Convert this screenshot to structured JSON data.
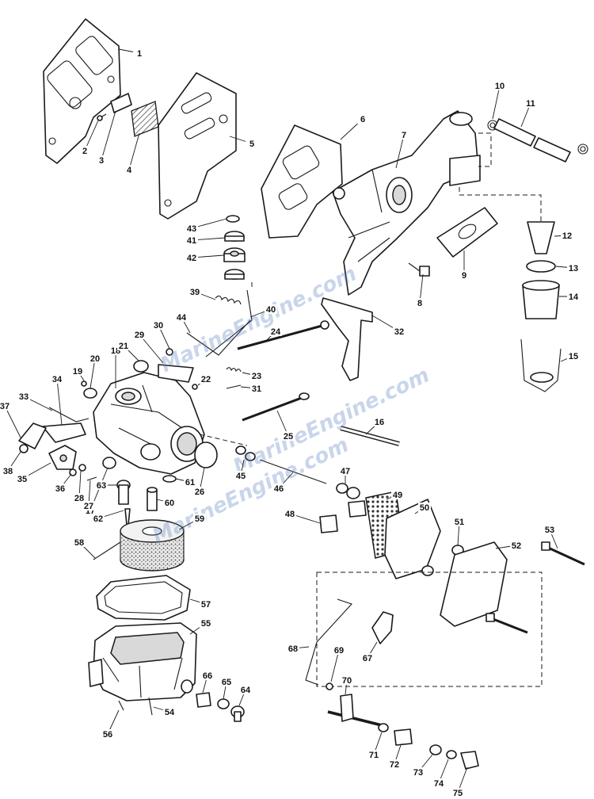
{
  "diagram": {
    "watermark_text": "MarineEngine.com",
    "callouts": [
      "1",
      "2",
      "3",
      "4",
      "5",
      "6",
      "7",
      "8",
      "9",
      "10",
      "11",
      "12",
      "13",
      "14",
      "15",
      "16",
      "17",
      "18",
      "19",
      "20",
      "21",
      "22",
      "23",
      "24",
      "25",
      "26",
      "27",
      "28",
      "29",
      "30",
      "31",
      "32",
      "33",
      "34",
      "35",
      "36",
      "37",
      "38",
      "39",
      "40",
      "41",
      "42",
      "43",
      "44",
      "45",
      "46",
      "47",
      "48",
      "49",
      "50",
      "51",
      "52",
      "53",
      "54",
      "55",
      "56",
      "57",
      "58",
      "59",
      "60",
      "61",
      "62",
      "63",
      "64",
      "65",
      "66",
      "67",
      "68",
      "69",
      "70",
      "71",
      "72",
      "73",
      "74",
      "75"
    ],
    "line_color": "#1a1a1a",
    "watermark_color": "#5a7fbf"
  }
}
